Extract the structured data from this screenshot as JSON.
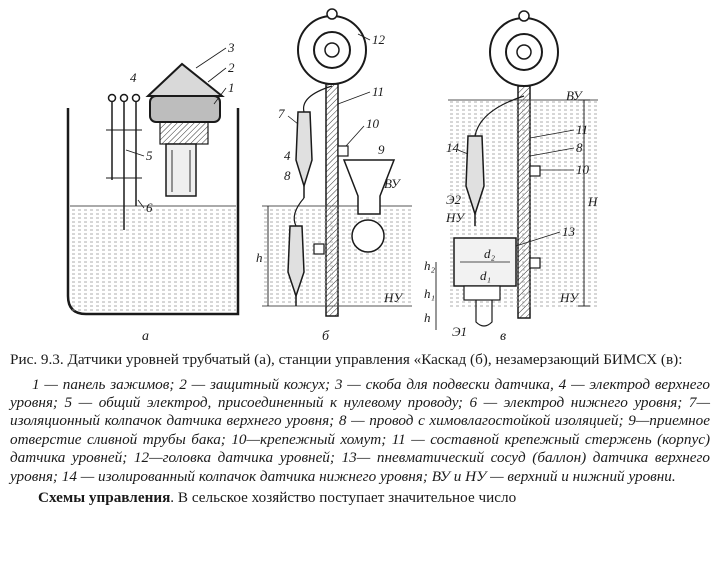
{
  "figure": {
    "panel_a": {
      "subcaption": "а",
      "labels": [
        "1",
        "2",
        "3",
        "4",
        "5",
        "6"
      ]
    },
    "panel_b": {
      "subcaption": "б",
      "labels": [
        "4",
        "7",
        "8",
        "9",
        "10",
        "11",
        "12"
      ],
      "level_upper": "ВУ",
      "level_lower": "НУ",
      "dimension": "h"
    },
    "panel_c": {
      "subcaption": "в",
      "labels": [
        "8",
        "10",
        "11",
        "13",
        "14"
      ],
      "level_upper": "ВУ",
      "level_lower": "НУ",
      "dimension_h1": "H",
      "dimension_h2": "h₂",
      "dimension_h3": "h₁",
      "dimension_h4": "h",
      "d2": "d₂",
      "d1": "d₁",
      "e1": "Э1",
      "e2": "Э2"
    }
  },
  "caption": {
    "text": "Рис. 9.3. Датчики уровней трубчатый (а), станции управления «Каскад (б), незамерзающий БИМСХ (в):"
  },
  "legend": {
    "text": "1 — панель зажимов; 2 — защитный кожух; 3 — скоба для подвески датчика, 4 — электрод верхнего уровня; 5 — общий электрод, присоединенный к нулевому проводу; 6 — электрод нижнего уровня; 7— изоляционный колпачок датчика верхнего уровня; 8 — провод с химовлагостойкой изоляцией; 9—приемное отверстие сливной трубы бака; 10—крепежный хомут; 11 — составной крепежный стержень (корпус) датчика уровней; 12—головка датчика уровней; 13— пневматический сосуд (баллон) датчика верхнего уровня; 14 — изолированный колпачок датчика нижнего уровня; ВУ и НУ — верхний и нижний уровни."
  },
  "paragraph": {
    "heading": "Схемы управления",
    "text": ". В сельское хозяйство поступает значительное число"
  }
}
